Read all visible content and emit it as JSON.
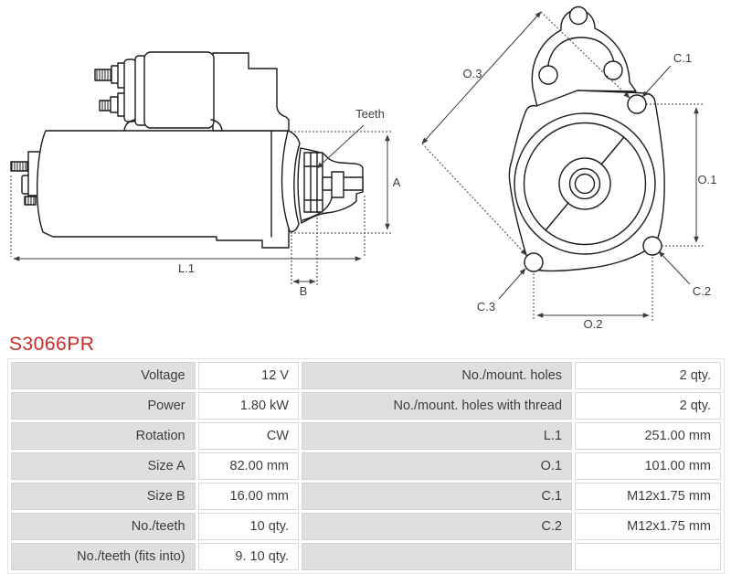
{
  "part": {
    "number": "S3066PR"
  },
  "diagram": {
    "side_view": {
      "labels": {
        "teeth": "Teeth",
        "l1": "L.1",
        "a": "A",
        "b": "B"
      }
    },
    "front_view": {
      "labels": {
        "o3": "O.3",
        "o1": "O.1",
        "o2": "O.2",
        "c1": "C.1",
        "c2": "C.2",
        "c3": "C.3"
      }
    }
  },
  "colors": {
    "part_number_red": "#cb2a27",
    "outline": "#1a1a1a",
    "dimension": "#3c3c3c",
    "label_cell_bg": "#dfdfdf"
  },
  "table": {
    "rows": [
      {
        "c0": "Voltage",
        "c1": "12 V",
        "c2": "No./mount. holes",
        "c3": "2 qty."
      },
      {
        "c0": "Power",
        "c1": "1.80 kW",
        "c2": "No./mount. holes with thread",
        "c3": "2 qty."
      },
      {
        "c0": "Rotation",
        "c1": "CW",
        "c2": "L.1",
        "c3": "251.00 mm"
      },
      {
        "c0": "Size A",
        "c1": "82.00 mm",
        "c2": "O.1",
        "c3": "101.00 mm"
      },
      {
        "c0": "Size B",
        "c1": "16.00 mm",
        "c2": "C.1",
        "c3": "M12x1.75 mm"
      },
      {
        "c0": "No./teeth",
        "c1": "10 qty.",
        "c2": "C.2",
        "c3": "M12x1.75 mm"
      },
      {
        "c0": "No./teeth (fits into)",
        "c1": "9. 10 qty.",
        "c2": "",
        "c3": ""
      }
    ]
  }
}
